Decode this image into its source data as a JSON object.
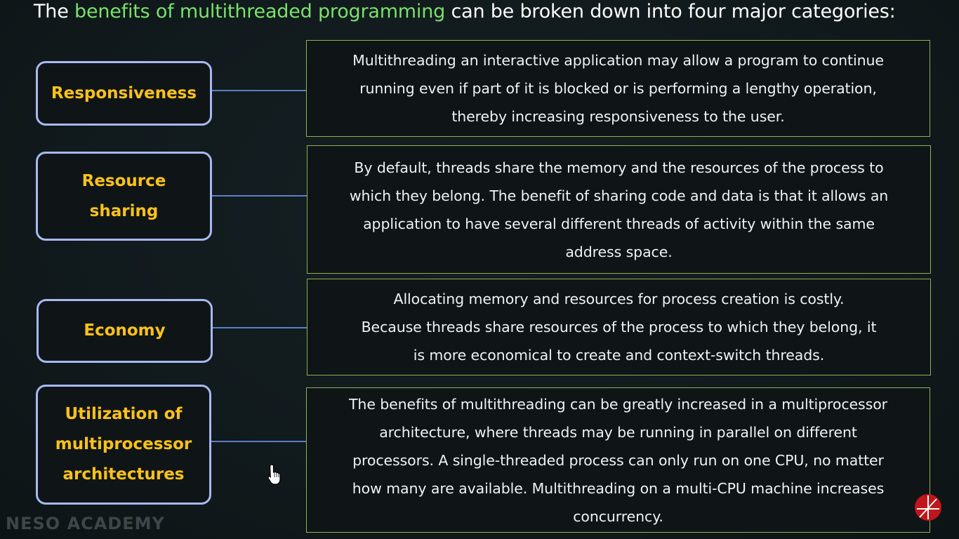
{
  "title": {
    "prefix": "The ",
    "highlight": "benefits of multithreaded programming",
    "suffix": " can be broken down into four major categories:"
  },
  "categories": [
    {
      "label": "Responsiveness",
      "description": "Multithreading an interactive application may allow a program to continue\nrunning even if part of it is blocked or is performing a lengthy operation,\nthereby increasing responsiveness to the user."
    },
    {
      "label": "Resource\nsharing",
      "description": "By default, threads share the memory and the resources of the process to\nwhich they belong. The benefit of sharing code and data is that it allows an\napplication to have several different threads of activity within the same\naddress space."
    },
    {
      "label": "Economy",
      "description": "Allocating memory and resources for process creation is costly.\nBecause threads share resources of the process to which they belong, it\nis more economical to create and context-switch threads."
    },
    {
      "label": "Utilization of\nmultiprocessor\narchitectures",
      "description": "The benefits of multithreading can be greatly increased in a multiprocessor\narchitecture, where threads may be running in parallel on different\nprocessors. A single-threaded process can only run on one CPU, no matter\nhow many are available. Multithreading on a multi-CPU machine increases\nconcurrency."
    }
  ],
  "brand": "NESO ACADEMY",
  "colors": {
    "background": "#111a1d",
    "title_highlight": "#79e26b",
    "category_text": "#ffc21a",
    "category_border": "#a9b8f2",
    "description_border": "#8fb04c",
    "connector": "#5b7fc0"
  },
  "icons": {
    "logo": "neso-logo-icon",
    "cursor": "mouse-pointer-icon"
  }
}
